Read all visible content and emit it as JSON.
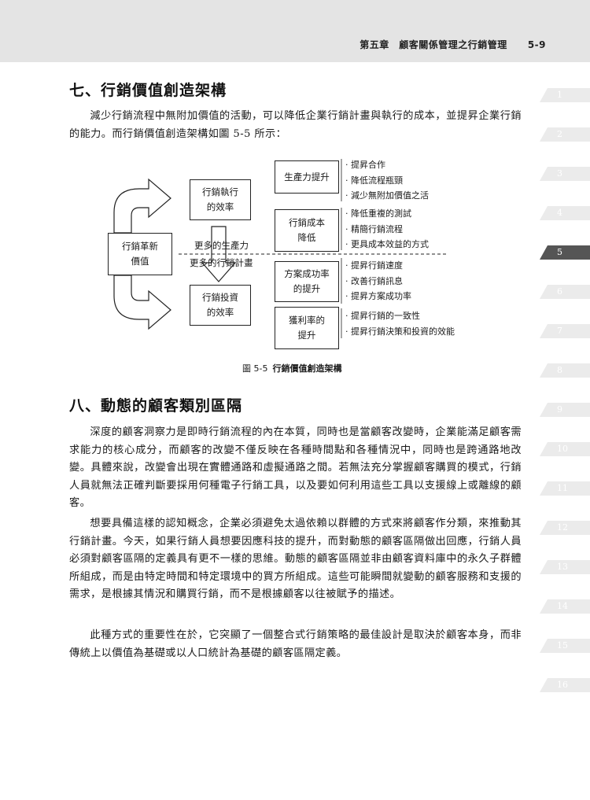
{
  "header": {
    "chapter": "第五章　顧客關係管理之行銷管理",
    "page": "5-9"
  },
  "tabs": [
    "1",
    "2",
    "3",
    "4",
    "5",
    "6",
    "7",
    "8",
    "9",
    "10",
    "11",
    "12",
    "13",
    "14",
    "15",
    "16"
  ],
  "active_tab": "5",
  "section7": {
    "title": "七、行銷價值創造架構",
    "para": "減少行銷流程中無附加價值的活動，可以降低企業行銷計畫與執行的成本，並提昇企業行銷的能力。而行銷價值創造架構如圖 5-5 所示："
  },
  "diagram": {
    "center": "行銷革新價值",
    "exec": "行銷執行的效率",
    "invest": "行銷投資的效率",
    "label_top": "更多的生產力",
    "label_bottom": "更多的行銷計畫",
    "b1": "生產力提升",
    "b2": "行銷成本降低",
    "b3": "方案成功率的提升",
    "b4": "獲利率的提升",
    "l1": [
      "提昇合作",
      "降低流程瓶頸",
      "減少無附加價值之活"
    ],
    "l2": [
      "降低重複的測試",
      "精簡行銷流程",
      "更具成本效益的方式"
    ],
    "l3": [
      "提昇行銷速度",
      "改善行銷訊息",
      "提昇方案成功率"
    ],
    "l4": [
      "提昇行銷的一致性",
      "提昇行銷決策和投資的效能"
    ]
  },
  "caption": {
    "num": "圖 5-5",
    "title": "行銷價值創造架構"
  },
  "section8": {
    "title": "八、動態的顧客類別區隔",
    "p1": "深度的顧客洞察力是即時行銷流程的內在本質，同時也是當顧客改變時，企業能滿足顧客需求能力的核心成分，而顧客的改變不僅反映在各種時間點和各種情況中，同時也是跨通路地改變。具體來說，改變會出現在實體通路和虛擬通路之間。若無法充分掌握顧客購買的模式，行銷人員就無法正確判斷要採用何種電子行銷工具，以及要如何利用這些工具以支援線上或離線的顧客。",
    "p2": "想要具備這樣的認知概念，企業必須避免太過依賴以群體的方式來將顧客作分類，來推動其行銷計畫。今天，如果行銷人員想要因應科技的提升，而對動態的顧客區隔做出回應，行銷人員必須對顧客區隔的定義具有更不一樣的思維。動態的顧客區隔並非由顧客資料庫中的永久子群體所組成，而是由特定時間和特定環境中的買方所組成。這些可能瞬間就變動的顧客服務和支援的需求，是根據其情況和購買行銷，而不是根據顧客以往被賦予的描述。",
    "p3": "此種方式的重要性在於，它突顯了一個整合式行銷策略的最佳設計是取決於顧客本身，而非傳統上以價值為基礎或以人口統計為基礎的顧客區隔定義。"
  }
}
